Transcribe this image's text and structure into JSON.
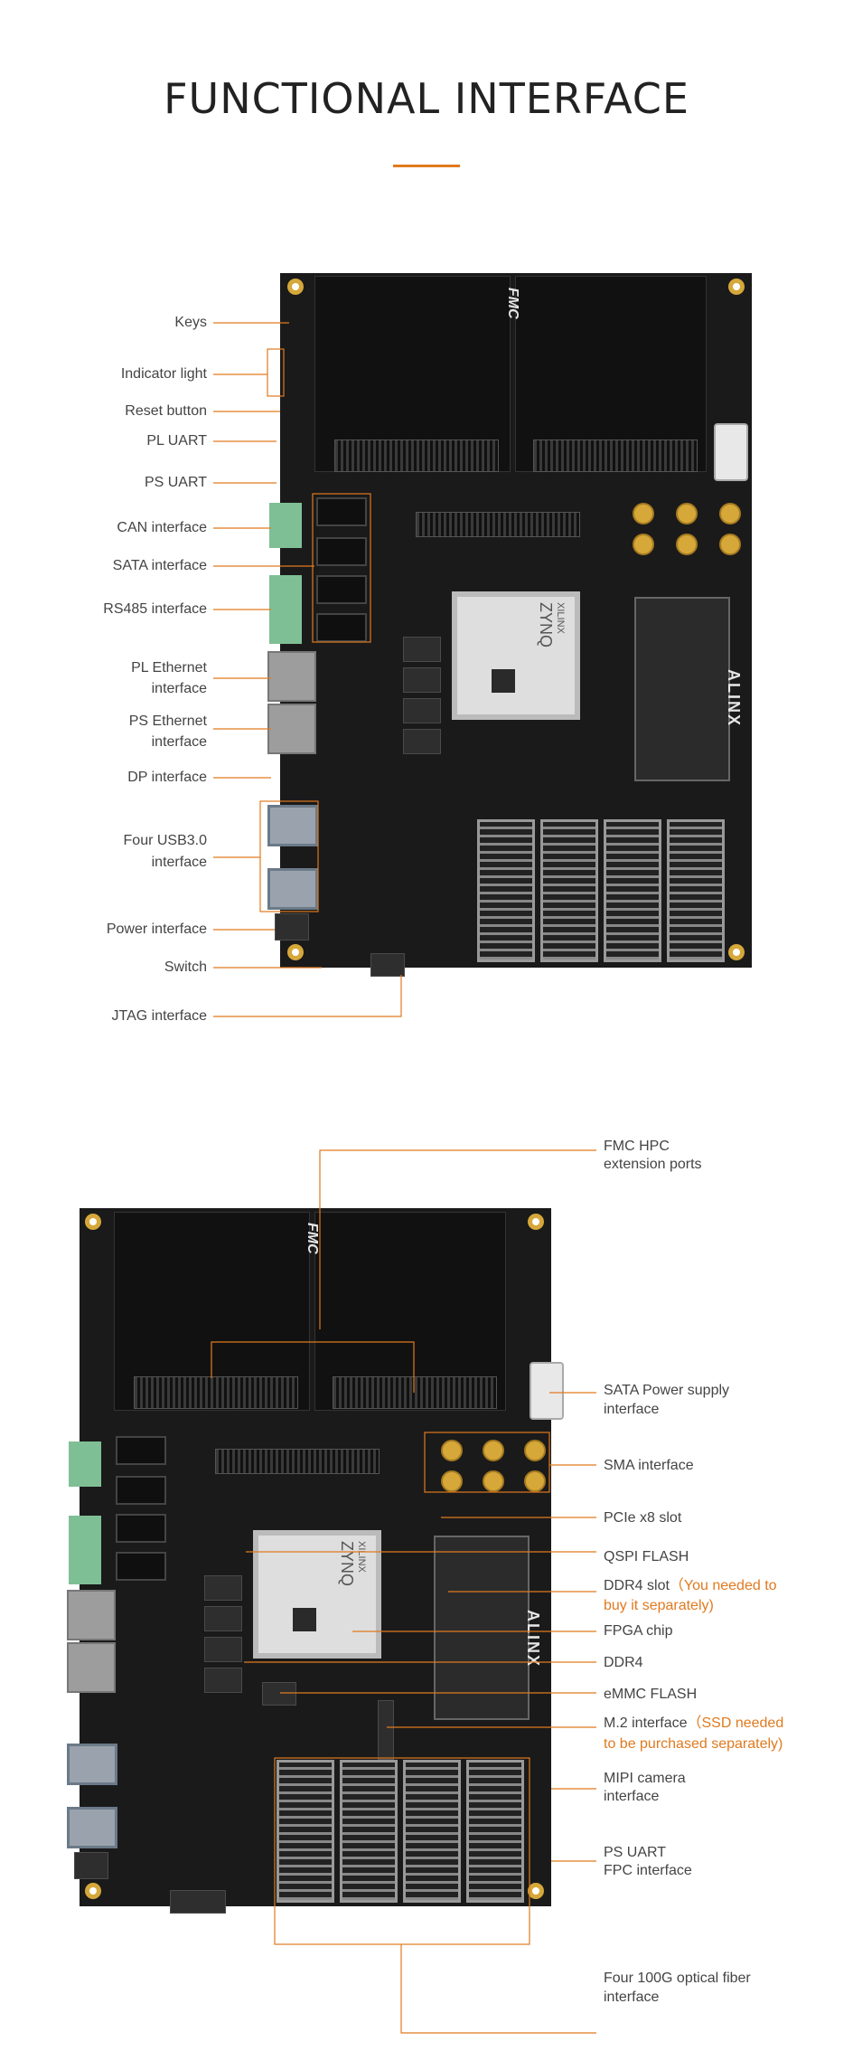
{
  "title": "FUNCTIONAL INTERFACE",
  "board_marks": {
    "brand": "ALINX",
    "fmc_logo": "FMC",
    "chip_brand": "XILINX",
    "chip_family": "ZYNQ"
  },
  "top_labels": [
    "Keys",
    "Indicator light",
    "Reset button",
    "PL UART",
    "PS UART",
    "CAN interface",
    "SATA interface",
    "RS485  interface",
    "PL Ethernet",
    "interface",
    "PS Ethernet",
    "interface",
    "DP interface",
    "Four USB3.0",
    "interface",
    "Power  interface",
    "Switch",
    "JTAG  interface"
  ],
  "bottom_labels": [
    {
      "text": "FMC HPC",
      "note": ""
    },
    {
      "text": "extension ports",
      "note": ""
    },
    {
      "text": "SATA Power supply",
      "note": ""
    },
    {
      "text": "interface",
      "note": ""
    },
    {
      "text": "SMA interface",
      "note": ""
    },
    {
      "text": "PCIe x8 slot",
      "note": ""
    },
    {
      "text": "QSPI FLASH",
      "note": ""
    },
    {
      "text": "DDR4 slot",
      "note": "（You needed to"
    },
    {
      "text": "",
      "note": " buy it separately)"
    },
    {
      "text": "FPGA chip",
      "note": ""
    },
    {
      "text": "DDR4",
      "note": ""
    },
    {
      "text": "eMMC FLASH",
      "note": ""
    },
    {
      "text": "M.2  interface",
      "note": "（SSD needed"
    },
    {
      "text": "",
      "note": "to be purchased separately)"
    },
    {
      "text": "MIPI camera",
      "note": ""
    },
    {
      "text": "interface",
      "note": ""
    },
    {
      "text": "PS UART",
      "note": ""
    },
    {
      "text": "FPC interface",
      "note": ""
    },
    {
      "text": "Four 100G optical fiber",
      "note": ""
    },
    {
      "text": "interface",
      "note": ""
    }
  ],
  "colors": {
    "accent": "#e07a1f",
    "board": "#1a1a1a",
    "text": "#444444"
  }
}
